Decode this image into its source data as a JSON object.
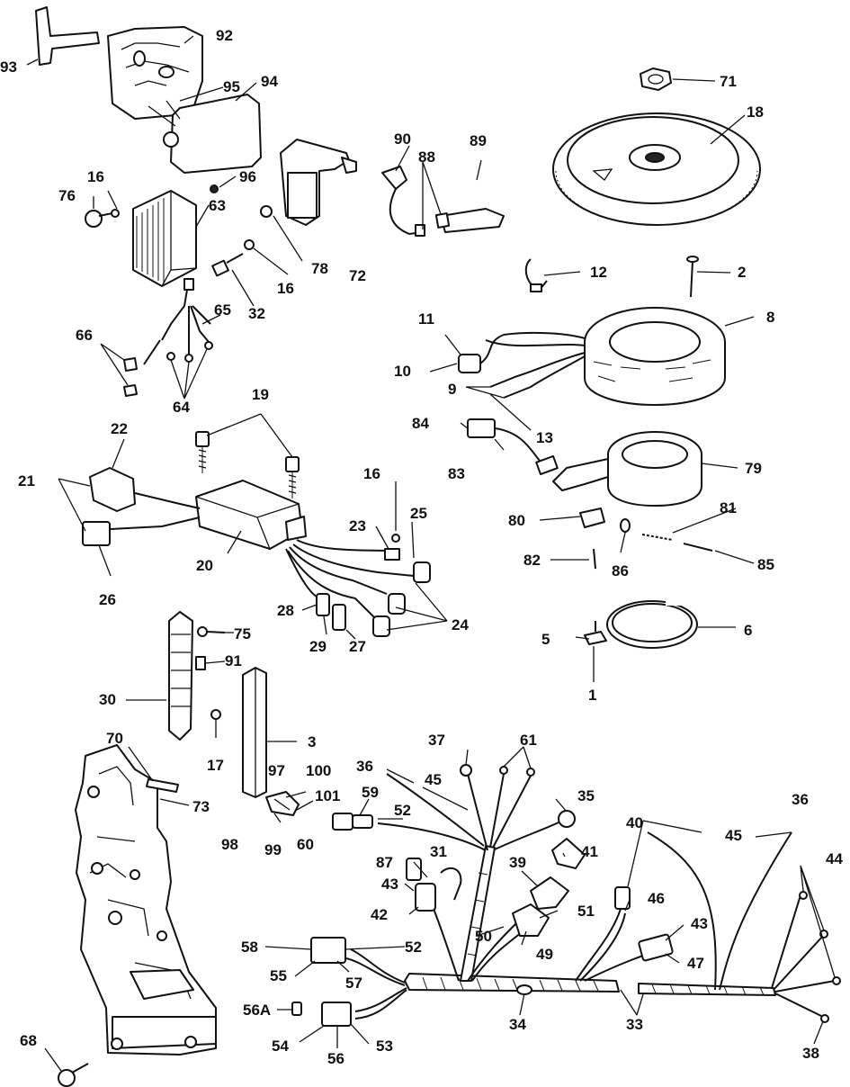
{
  "labels": [
    {
      "id": "l93",
      "text": "93"
    },
    {
      "id": "l92",
      "text": "92"
    },
    {
      "id": "l95",
      "text": "95"
    },
    {
      "id": "l94",
      "text": "94"
    },
    {
      "id": "l90",
      "text": "90"
    },
    {
      "id": "l88",
      "text": "88"
    },
    {
      "id": "l89",
      "text": "89"
    },
    {
      "id": "l71",
      "text": "71"
    },
    {
      "id": "l18",
      "text": "18"
    },
    {
      "id": "l16a",
      "text": "16"
    },
    {
      "id": "l76",
      "text": "76"
    },
    {
      "id": "l63",
      "text": "63"
    },
    {
      "id": "l96",
      "text": "96"
    },
    {
      "id": "l78",
      "text": "78"
    },
    {
      "id": "l72",
      "text": "72"
    },
    {
      "id": "l16b",
      "text": "16"
    },
    {
      "id": "l32",
      "text": "32"
    },
    {
      "id": "l65",
      "text": "65"
    },
    {
      "id": "l66",
      "text": "66"
    },
    {
      "id": "l64",
      "text": "64"
    },
    {
      "id": "l12",
      "text": "12"
    },
    {
      "id": "l2",
      "text": "2"
    },
    {
      "id": "l11",
      "text": "11"
    },
    {
      "id": "l8",
      "text": "8"
    },
    {
      "id": "l10",
      "text": "10"
    },
    {
      "id": "l9",
      "text": "9"
    },
    {
      "id": "l13",
      "text": "13"
    },
    {
      "id": "l84",
      "text": "84"
    },
    {
      "id": "l83",
      "text": "83"
    },
    {
      "id": "l79",
      "text": "79"
    },
    {
      "id": "l19",
      "text": "19"
    },
    {
      "id": "l22",
      "text": "22"
    },
    {
      "id": "l21",
      "text": "21"
    },
    {
      "id": "l16c",
      "text": "16"
    },
    {
      "id": "l25",
      "text": "25"
    },
    {
      "id": "l23",
      "text": "23"
    },
    {
      "id": "l20",
      "text": "20"
    },
    {
      "id": "l26",
      "text": "26"
    },
    {
      "id": "l80",
      "text": "80"
    },
    {
      "id": "l81",
      "text": "81"
    },
    {
      "id": "l82",
      "text": "82"
    },
    {
      "id": "l86",
      "text": "86"
    },
    {
      "id": "l85",
      "text": "85"
    },
    {
      "id": "l28",
      "text": "28"
    },
    {
      "id": "l24",
      "text": "24"
    },
    {
      "id": "l29",
      "text": "29"
    },
    {
      "id": "l27",
      "text": "27"
    },
    {
      "id": "l5",
      "text": "5"
    },
    {
      "id": "l6",
      "text": "6"
    },
    {
      "id": "l1",
      "text": "1"
    },
    {
      "id": "l75",
      "text": "75"
    },
    {
      "id": "l91",
      "text": "91"
    },
    {
      "id": "l30",
      "text": "30"
    },
    {
      "id": "l17",
      "text": "17"
    },
    {
      "id": "l3",
      "text": "3"
    },
    {
      "id": "l70",
      "text": "70"
    },
    {
      "id": "l37",
      "text": "37"
    },
    {
      "id": "l61",
      "text": "61"
    },
    {
      "id": "l97",
      "text": "97"
    },
    {
      "id": "l100",
      "text": "100"
    },
    {
      "id": "l36a",
      "text": "36"
    },
    {
      "id": "l45a",
      "text": "45"
    },
    {
      "id": "l73",
      "text": "73"
    },
    {
      "id": "l101",
      "text": "101"
    },
    {
      "id": "l59",
      "text": "59"
    },
    {
      "id": "l52a",
      "text": "52"
    },
    {
      "id": "l35",
      "text": "35"
    },
    {
      "id": "l98",
      "text": "98"
    },
    {
      "id": "l99",
      "text": "99"
    },
    {
      "id": "l60",
      "text": "60"
    },
    {
      "id": "l40",
      "text": "40"
    },
    {
      "id": "l36b",
      "text": "36"
    },
    {
      "id": "l45b",
      "text": "45"
    },
    {
      "id": "l87",
      "text": "87"
    },
    {
      "id": "l31",
      "text": "31"
    },
    {
      "id": "l39",
      "text": "39"
    },
    {
      "id": "l41",
      "text": "41"
    },
    {
      "id": "l43a",
      "text": "43"
    },
    {
      "id": "l44",
      "text": "44"
    },
    {
      "id": "l46",
      "text": "46"
    },
    {
      "id": "l42",
      "text": "42"
    },
    {
      "id": "l51",
      "text": "51"
    },
    {
      "id": "l43b",
      "text": "43"
    },
    {
      "id": "l50",
      "text": "50"
    },
    {
      "id": "l58",
      "text": "58"
    },
    {
      "id": "l52b",
      "text": "52"
    },
    {
      "id": "l49",
      "text": "49"
    },
    {
      "id": "l55",
      "text": "55"
    },
    {
      "id": "l57",
      "text": "57"
    },
    {
      "id": "l47",
      "text": "47"
    },
    {
      "id": "l56A",
      "text": "56A"
    },
    {
      "id": "l34",
      "text": "34"
    },
    {
      "id": "l33",
      "text": "33"
    },
    {
      "id": "l68",
      "text": "68"
    },
    {
      "id": "l54",
      "text": "54"
    },
    {
      "id": "l53",
      "text": "53"
    },
    {
      "id": "l56",
      "text": "56"
    },
    {
      "id": "l38",
      "text": "38"
    }
  ]
}
